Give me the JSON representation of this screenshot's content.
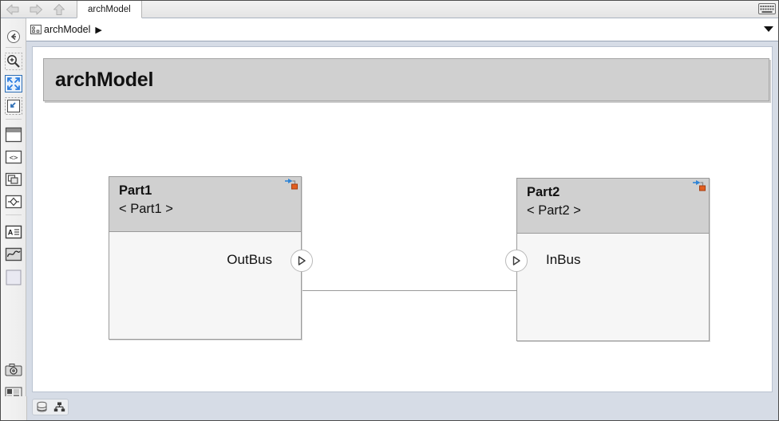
{
  "window": {
    "tabs": [
      {
        "label": "archModel",
        "active": true
      }
    ],
    "nav": {
      "back_label": "Back",
      "forward_label": "Forward",
      "up_label": "Up to Parent"
    },
    "keyboard_icon": "keyboard-icon"
  },
  "breadcrumb": {
    "icon": "model-block-icon",
    "label": "archModel",
    "separator": "▶",
    "dropdown_icon": "chevron-down-icon"
  },
  "left_toolbar": {
    "items": [
      {
        "name": "navigate-up-icon",
        "label": "Up to Parent"
      },
      {
        "name": "zoom-in-icon",
        "label": "Zoom In"
      },
      {
        "name": "fit-to-view-icon",
        "label": "Fit to View",
        "active": true
      },
      {
        "name": "zoom-region-icon",
        "label": "Zoom to Region"
      },
      {
        "name": "component-icon",
        "label": "Component"
      },
      {
        "name": "reference-component-icon",
        "label": "Reference Component"
      },
      {
        "name": "variant-component-icon",
        "label": "Variant Component"
      },
      {
        "name": "adapter-icon",
        "label": "Adapter"
      },
      {
        "name": "requirements-icon",
        "label": "Requirements"
      },
      {
        "name": "signal-icon",
        "label": "Signal Interface"
      },
      {
        "name": "blank-area-icon",
        "label": "Area"
      },
      {
        "name": "camera-icon",
        "label": "Snapshot"
      },
      {
        "name": "legend-icon",
        "label": "Legend"
      },
      {
        "name": "more-tools-icon",
        "label": "More"
      }
    ]
  },
  "canvas": {
    "model_title": "archModel",
    "components": [
      {
        "name": "Part1",
        "stereotype": "< Part1 >",
        "badge_icon": "reference-component-badge-icon",
        "ports": [
          {
            "name": "OutBus",
            "direction": "output",
            "icon": "output-port-icon"
          }
        ]
      },
      {
        "name": "Part2",
        "stereotype": "< Part2 >",
        "badge_icon": "reference-component-badge-icon",
        "ports": [
          {
            "name": "InBus",
            "direction": "input",
            "icon": "input-port-icon"
          }
        ]
      }
    ],
    "connections": [
      {
        "from": "Part1.OutBus",
        "to": "Part2.InBus"
      }
    ]
  },
  "status_bar": {
    "icons": [
      {
        "name": "data-dictionary-icon",
        "label": "Data Dictionary"
      },
      {
        "name": "model-hierarchy-icon",
        "label": "Model Hierarchy"
      }
    ]
  },
  "colors": {
    "frame": "#d6dce6",
    "canvas": "#ffffff",
    "header_fill": "#d0d0d0",
    "block_fill": "#f6f6f6",
    "block_border": "#9a9a9a",
    "badge_blue": "#2f84d6",
    "badge_orange": "#e25f20",
    "connection": "#9a9a9a"
  }
}
